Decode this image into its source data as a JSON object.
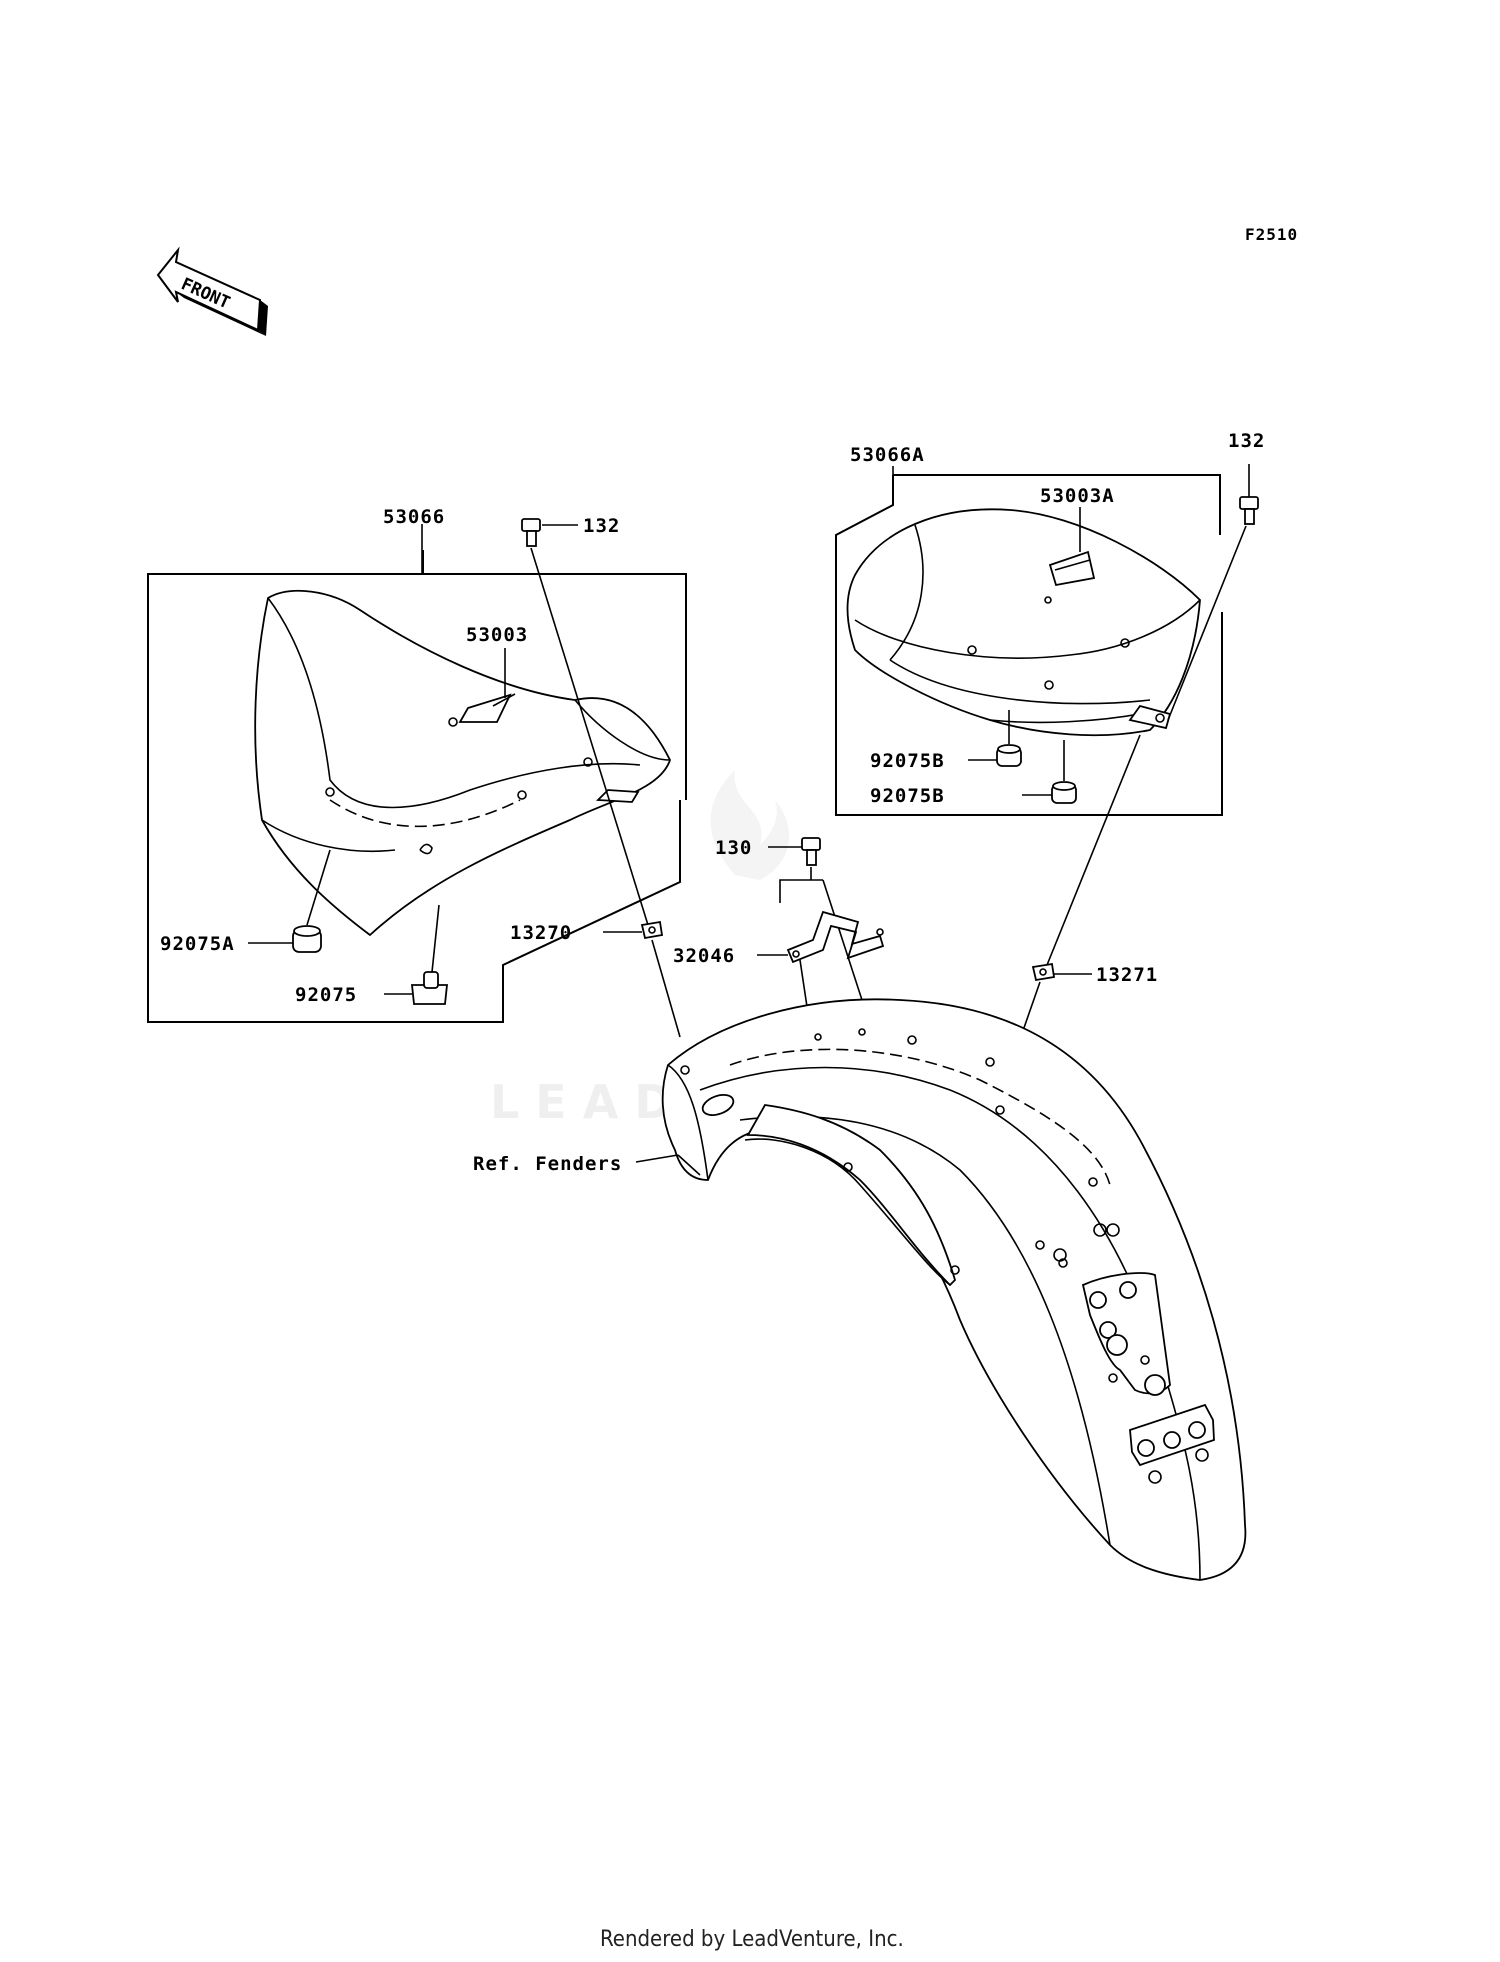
{
  "figure_code": "F2510",
  "direction_label": "FRONT",
  "watermark": "LEADVENTURE",
  "footer": "Rendered by LeadVenture, Inc.",
  "callouts": {
    "front_seat_assembly": "53066",
    "front_seat_bolt": "132",
    "front_seat_label": "53003",
    "front_seat_damper_a": "92075A",
    "front_seat_damper": "92075",
    "front_nut": "13270",
    "rear_seat_assembly": "53066A",
    "rear_seat_bolt": "132",
    "rear_seat_label": "53003A",
    "rear_seat_damper_b_upper": "92075B",
    "rear_seat_damper_b_lower": "92075B",
    "bracket_bolt": "130",
    "bracket": "32046",
    "rear_nut": "13271",
    "fender_ref": "Ref. Fenders"
  }
}
